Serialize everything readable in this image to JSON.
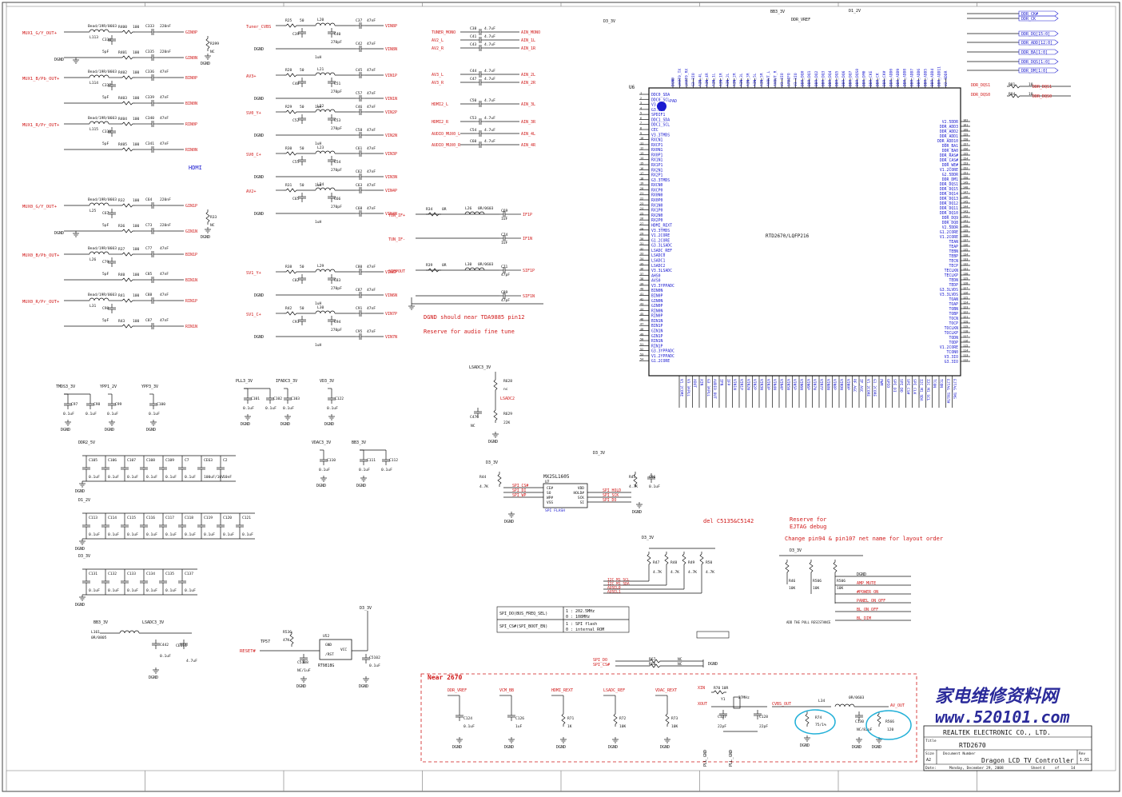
{
  "title_block": {
    "company": "REALTEK ELECTRONIC CO., LTD.",
    "title_label": "Title",
    "title": "RTD2670",
    "size_label": "Size",
    "size": "A2",
    "doc_label": "Document Number",
    "doc": "Dragon LCD TV Controller",
    "rev_label": "Rev",
    "rev": "1.01",
    "date_label": "Date:",
    "date": "Monday, December 29, 2008",
    "sheet_label": "Sheet",
    "sheet": "4",
    "of_label": "of",
    "of": "14"
  },
  "watermark": {
    "cn": "家电维修资料网",
    "url": "www.520101.com"
  },
  "chip": {
    "designator": "U6",
    "part": "RTD2670/LQFP216",
    "left_pins": [
      "DDC0_SDA",
      "DDC0_SCL",
      "V3.3IO",
      "G3.3IO",
      "SPDIF1",
      "DDC1_SDA",
      "DDC1_SCL",
      "CEC",
      "V3.3TMDS",
      "RXCN1",
      "RXCP1",
      "RX0N1",
      "RX0P1",
      "RX1N1",
      "RX1P1",
      "RX2N1",
      "RX2P1",
      "G3.3TMDS",
      "RXCN0",
      "RXCP0",
      "RX0N0",
      "RX0P0",
      "RX1N0",
      "RX1P0",
      "RX2N0",
      "RX2P0",
      "HDMI_REXT",
      "V3.3TMDS",
      "V1.2CORE",
      "G1.2CORE",
      "G3.3LSADC",
      "LSADC_REF",
      "LSADC0",
      "LSADC1",
      "LSADC2",
      "V3.3LSADC",
      "AHS0",
      "AVS0",
      "V3.3YPPADC",
      "BIN0N",
      "BIN0P",
      "GIN0N",
      "GIN0P",
      "RIN0N",
      "RIN0P",
      "BIN1N",
      "BIN1P",
      "GIN1N",
      "GIN1P",
      "RIN1N",
      "RIN1P",
      "G3.3YPPADC",
      "V1.2YPPADC",
      "G1.2CORE"
    ],
    "right_pins": [
      "V2.5DDR",
      "DDR_ADD3",
      "DDR_ADD2",
      "DDR_ADD1",
      "DDR_ADD10",
      "DDR_BA1",
      "DDR_BA0",
      "DDR_RAS#",
      "DDR_CAS#",
      "DDR_WE#",
      "V1.2CORE",
      "G2.5DDR",
      "DDR_DM1",
      "DDR_DQS1",
      "DDR_DQ15",
      "DDR_DQ14",
      "DDR_DQ13",
      "DDR_DQ12",
      "DDR_DQ11",
      "DDR_DQ10",
      "DDR_DQ9",
      "DDR_DQ8",
      "V2.5DDR",
      "G1.2CORE",
      "V1.2CORE",
      "TEAN",
      "TEAP",
      "TEBN",
      "TEBP",
      "TECN",
      "TECP",
      "TECLKN",
      "TECLKP",
      "TEDN",
      "TEDP",
      "G3.3LVDS",
      "V3.3LVDS",
      "TOAN",
      "TOAP",
      "TOBN",
      "TOBP",
      "TOCN",
      "TOCP",
      "TOCLKN",
      "TOCLKP",
      "TODN",
      "TODP",
      "V1.2CORE",
      "TCON0",
      "V3.3IO",
      "G3.3IO"
    ],
    "top_pins": [
      "DGND",
      "UART0_TX",
      "UART0_RX",
      "G3.3IO",
      "AIN_4L",
      "AIN_4R",
      "AIN_1L",
      "AIN_1R",
      "AIN_2L",
      "AIN_2R",
      "AIN_3L",
      "AIN_3R",
      "AIN_5L",
      "AIN_5R",
      "AVOUT_L",
      "AVOUT_R",
      "V3.3IO",
      "SPDIFO",
      "V3.3IO",
      "DDR_DQ0",
      "DDR_DQ1",
      "DDR_DQ2",
      "DDR_DQ3",
      "DDR_DQ4",
      "DDR_DQ5",
      "DDR_DQ6",
      "DDR_DQ7",
      "DDR_DQS0",
      "DDR_DM0",
      "DDR_CKE",
      "DDR_CK",
      "DDR_CK#",
      "DDR_ADD0",
      "DDR_ADD9",
      "DDR_ADD8",
      "DDR_ADD7",
      "DDR_ADD6",
      "DDR_ADD5",
      "DDR_ADD4",
      "DDR_ADD11",
      "V2.5DDR"
    ],
    "bottom_pins": [
      "V1.2CORE",
      "V3.3APLL",
      "XOUT",
      "XIN",
      "G3.3APLL",
      "AUDIO_OUT",
      "IFN",
      "IFP",
      "VIN1N",
      "VIN1P",
      "VIN2N",
      "VIN2P",
      "VIN3N",
      "VIN3P",
      "VIN4N",
      "VIN4P",
      "VIN5N",
      "VIN5P",
      "VIN6N",
      "VIN6P",
      "VIN7N",
      "VIN7P",
      "VIN8N",
      "VIN8P",
      "VIN9N",
      "VIN9P",
      "RF_AGC",
      "IF_AGC",
      "V1.2CORE",
      "G1.2CORE",
      "PWM",
      "GPIO",
      "SPI_DI",
      "SPI_DO",
      "SPI_CS#",
      "SPI_CLK",
      "I2C_M1_SDA",
      "I2C_M1_SCL",
      "TCON",
      "TCON",
      "EJTAG_TRST#",
      "EJTAG_TMS"
    ]
  },
  "left_nets": [
    {
      "net": "MUX1_G/Y_OUT+",
      "bead": "Bead/19R/0603",
      "l": "L113",
      "r": "R400",
      "v": "100",
      "c": "C333",
      "cv": "220nF",
      "out": "GIN0P"
    },
    {
      "net": "MUX1_B/Pb_OUT+",
      "bead": "Bead/19R/0603",
      "l": "L114",
      "r": "R402",
      "v": "100",
      "c": "C336",
      "cv": "47nF",
      "out": "BIN0P"
    },
    {
      "net": "MUX1_R/Pr_OUT+",
      "bead": "Bead/19R/0603",
      "l": "L115",
      "r": "R404",
      "v": "100",
      "c": "C340",
      "cv": "47nF",
      "out": "RIN0P"
    },
    {
      "net": "MUX0_G/Y_OUT+",
      "bead": "Bead/19R/0603",
      "l": "L25",
      "r": "R32",
      "v": "100",
      "c": "C64",
      "cv": "220nF",
      "out": "GIN1P"
    },
    {
      "net": "MUX0_B/Pb_OUT+",
      "bead": "Bead/19R/0603",
      "l": "L26",
      "r": "R37",
      "v": "100",
      "c": "C77",
      "cv": "47nF",
      "out": "BIN1P"
    },
    {
      "net": "MUX0_R/Pr_OUT+",
      "bead": "Bead/19R/0603",
      "l": "L31",
      "r": "R41",
      "v": "100",
      "c": "C88",
      "cv": "47nF",
      "out": "RIN1P"
    }
  ],
  "left_neg": [
    {
      "r": "R401",
      "v": "100",
      "c": "C335",
      "cv": "220nF",
      "out": "GIN0N"
    },
    {
      "r": "R403",
      "v": "100",
      "c": "C339",
      "cv": "47nF",
      "out": "BIN0N"
    },
    {
      "r": "R405",
      "v": "100",
      "c": "C341",
      "cv": "47nF",
      "out": "RIN0N"
    },
    {
      "r": "R36",
      "v": "100",
      "c": "C73",
      "cv": "220nF",
      "out": "GIN1N"
    },
    {
      "r": "R40",
      "v": "100",
      "c": "C85",
      "cv": "47nF",
      "out": "BIN1N"
    },
    {
      "r": "R43",
      "v": "100",
      "c": "C87",
      "cv": "47nF",
      "out": "RIN1N"
    }
  ],
  "small_caps": [
    "C334",
    "C337",
    "C338",
    "C67",
    "C79",
    "C90"
  ],
  "cap_5pf": "5pF",
  "r_nc": [
    {
      "d": "R399",
      "v": "NC"
    },
    {
      "d": "R33",
      "v": "NC"
    }
  ],
  "labels": {
    "hdmi": "HDMI",
    "dgnd": "DGND",
    "note1": "DGND should near TDA9885 pin12",
    "note2": "Reserve for audio fine tune",
    "note3": "del C5135&C5142",
    "note4a": "Reserve for",
    "note4b": "EJTAG debug",
    "note5": "Change pin94 & pin107 net name for layout order",
    "near": "Near 2670",
    "pad": "PAD",
    "add_pull": "ADD THE PULL RESISTANCE"
  },
  "video_in": [
    {
      "net": "Tuner_CVBS",
      "r": "R25",
      "rv": "50",
      "l": "L20",
      "lv": "1uH",
      "c": "C37",
      "cv": "47nF",
      "o1": "VIN8P",
      "c2": "C42",
      "c2v": "47nF",
      "o2": "VIN8N",
      "cl": "C39",
      "cr": "C40",
      "crv": "270pF"
    },
    {
      "net": "AV3+",
      "r": "R28",
      "rv": "50",
      "l": "L21",
      "lv": "1uH",
      "c": "C45",
      "cv": "47nF",
      "o1": "VIN1P",
      "c2": "C57",
      "c2v": "47nF",
      "o2": "VIN1N",
      "cl": "C48",
      "cr": "C51",
      "crv": "270pF"
    },
    {
      "net": "SV0_Y+",
      "r": "R29",
      "rv": "50",
      "l": "L22",
      "lv": "1uH",
      "c": "C46",
      "cv": "47nF",
      "o1": "VIN2P",
      "c2": "C58",
      "c2v": "47nF",
      "o2": "VIN2N",
      "cl": "C52",
      "cr": "C53",
      "crv": "270pF"
    },
    {
      "net": "SV0_C+",
      "r": "R30",
      "rv": "50",
      "l": "L23",
      "lv": "1uH",
      "c": "C61",
      "cv": "47nF",
      "o1": "VIN3P",
      "c2": "C62",
      "c2v": "47nF",
      "o2": "VIN3N",
      "cl": "C55",
      "cr": "C54",
      "crv": "270pF"
    },
    {
      "net": "AV2+",
      "r": "R31",
      "rv": "50",
      "l": "L24",
      "lv": "1uH",
      "c": "C63",
      "cv": "47nF",
      "o1": "VIN4P",
      "c2": "C68",
      "c2v": "47nF",
      "o2": "VIN4N",
      "cl": "C65",
      "cr": "C66",
      "crv": "270pF"
    },
    {
      "net": "SV1_Y+",
      "r": "R38",
      "rv": "50",
      "l": "L29",
      "lv": "1uH",
      "c": "C80",
      "cv": "47nF",
      "o1": "VIN6P",
      "c2": "C87",
      "c2v": "47nF",
      "o2": "VIN6N",
      "cl": "C82",
      "cr": "C83",
      "crv": "270pF"
    },
    {
      "net": "SV1_C+",
      "r": "R42",
      "rv": "50",
      "l": "L30",
      "lv": "1uH",
      "c": "C91",
      "cv": "47nF",
      "o1": "VIN7P",
      "c2": "C95",
      "c2v": "47nF",
      "o2": "VIN7N",
      "cl": "C93",
      "cr": "C94",
      "crv": "270pF"
    }
  ],
  "audio_in": [
    {
      "net": "TUNER_MONO",
      "c": "C38",
      "cv": "4.7uF",
      "out": "AIN_MONO"
    },
    {
      "net": "AV2_L",
      "c": "C41",
      "cv": "4.7uF",
      "out": "AIN_1L"
    },
    {
      "net": "AV2_R",
      "c": "C43",
      "cv": "4.7uF",
      "out": "AIN_1R"
    },
    {
      "net": "AV3_L",
      "c": "C44",
      "cv": "4.7uF",
      "out": "AIN_2L"
    },
    {
      "net": "AV3_R",
      "c": "C47",
      "cv": "4.7uF",
      "out": "AIN_2R"
    },
    {
      "net": "HDMI2_L",
      "c": "C50",
      "cv": "4.7uF",
      "out": "AIN_3L"
    },
    {
      "net": "HDMI2_R",
      "c": "C53",
      "cv": "4.7uF",
      "out": "AIN_3R"
    },
    {
      "net": "AUDIO_MUX0_L",
      "c": "C54",
      "cv": "4.7uF",
      "out": "AIN_4L"
    },
    {
      "net": "AUDIO_MUX0_R",
      "c": "C60",
      "cv": "4.7uF",
      "out": "AIN_4R"
    }
  ],
  "if_in": [
    {
      "net": "TUN_IF+",
      "r": "R34",
      "rv": "0R",
      "l": "L26",
      "lv": "0R/0603",
      "c": "C69",
      "cv": "1uF",
      "out": "IF1P"
    },
    {
      "net": "TUN_IF-",
      "r": "",
      "rv": "",
      "l": "",
      "lv": "",
      "c": "C74",
      "cv": "1uF",
      "out": "IF1N"
    },
    {
      "net": "SIFPOUT",
      "r": "R39",
      "rv": "0R",
      "l": "L30",
      "lv": "0R/0603",
      "c": "C71",
      "cv": "47pF",
      "out": "SIF1P"
    },
    {
      "net": "",
      "r": "",
      "rv": "",
      "l": "",
      "lv": "",
      "c": "C89",
      "cv": "47pF",
      "out": "SIF1N"
    }
  ],
  "power_groups": [
    {
      "rail": "TMDS3_3V",
      "caps": [
        "C97",
        "C98"
      ],
      "vals": [
        "0.1uF",
        "0.1uF"
      ]
    },
    {
      "rail": "YPP1_2V",
      "caps": [
        "C99"
      ],
      "vals": [
        "0.1uF"
      ]
    },
    {
      "rail": "YPP3_3V",
      "caps": [
        "C100"
      ],
      "vals": [
        "0.1uF"
      ]
    },
    {
      "rail": "PLL3_3V",
      "caps": [
        "C101",
        "C102"
      ],
      "vals": [
        "0.1uF",
        "0.1uF"
      ]
    },
    {
      "rail": "IFADC3_3V",
      "caps": [
        "C103"
      ],
      "vals": [
        "0.1uF"
      ]
    },
    {
      "rail": "VD3_3V",
      "caps": [
        "C122"
      ],
      "vals": [
        "0.1uF"
      ]
    },
    {
      "rail": "VDAC3_3V",
      "caps": [
        "C110"
      ],
      "vals": [
        "0.1uF"
      ]
    },
    {
      "rail": "BB3_3V",
      "caps": [
        "C111",
        "C112"
      ],
      "vals": [
        "0.1uF",
        "0.1uF"
      ]
    }
  ],
  "ddr_caps": {
    "rail": "DDR2_5V",
    "caps": [
      "C105",
      "C106",
      "C107",
      "C108",
      "C109",
      "C7",
      "CE63",
      "C2"
    ],
    "vals": [
      "0.1uF",
      "0.1uF",
      "0.1uF",
      "0.1uF",
      "0.1uF",
      "0.1uF",
      "100uF/16V",
      "10nF"
    ]
  },
  "core_caps": {
    "rail": "D1_2V",
    "caps": [
      "C113",
      "C114",
      "C115",
      "C116",
      "C117",
      "C118",
      "C119",
      "C120",
      "C121"
    ],
    "vals": [
      "0.1uF",
      "0.1uF",
      "0.1uF",
      "0.1uF",
      "0.1uF",
      "0.1uF",
      "0.1uF",
      "0.1uF",
      "0.1uF"
    ]
  },
  "io_caps": {
    "rail": "D3_3V",
    "caps": [
      "C131",
      "C132",
      "C133",
      "C134",
      "C135",
      "C137"
    ],
    "vals": [
      "0.1uF",
      "0.1uF",
      "0.1uF",
      "0.1uF",
      "0.1uF",
      "0.1uF"
    ]
  },
  "bb_filter": {
    "rail": "BB3_3V",
    "l": "L161",
    "lv": "0R/0805",
    "rail2": "LSADC3_3V",
    "c1": "C442",
    "c1v": "0.1uF",
    "c2": "CE111",
    "c2v": "4.7uF"
  },
  "reset": {
    "net": "RESET#",
    "tp": "TP57",
    "r": "R536",
    "rv": "47K",
    "ic": "U52",
    "icv": "RT9818G",
    "c": "C5108",
    "cv": "NC/1uF",
    "c2": "C5102",
    "c2v": "0.1uF",
    "p1": "GND",
    "p2": "/RST",
    "p3": "VCC",
    "rail": "D3_3V"
  },
  "lsadc": {
    "rail": "LSADC3_3V",
    "r1": "R628",
    "r1v": "nc",
    "net": "LSADC2",
    "c": "C476",
    "cv": "NC",
    "r2": "R629",
    "r2v": "22K"
  },
  "spi": {
    "part": "MX25L1605",
    "ref": "U7",
    "sub": "SPI FLASH",
    "rail": "D3_3V",
    "r44": "R44",
    "r44v": "4.7K",
    "r45": "R45",
    "r45v": "4.7K",
    "c": "C96",
    "cv": "0.1uF",
    "pins_l": [
      "CE#",
      "SO",
      "WP#",
      "VSS"
    ],
    "pins_r": [
      "VDD",
      "HOLD#",
      "SCK",
      "SI"
    ],
    "nets_l": [
      "SPI_CS#",
      "SPI_DI",
      "SPI_WP"
    ],
    "nets_r": [
      "SPI_HOLD",
      "SPI_SCK",
      "SPI_DO"
    ]
  },
  "i2c_pullups": {
    "rail": "D3_3V",
    "refs": [
      "R47",
      "R48",
      "R49",
      "R50"
    ],
    "vals": [
      "4.7K",
      "4.7K",
      "4.7K",
      "4.7K"
    ],
    "nets": [
      "I2C_M1_SCL",
      "I2C_M1_SDA",
      "AUSEL0",
      "AUSEL1"
    ]
  },
  "boot_table": [
    {
      "sig": "SPI_DO(BUS_FREQ_SEL)",
      "opts": [
        "1 : 202.5MHz",
        "0 : 108MHz"
      ]
    },
    {
      "sig": "SPI_CS#(SPI_BOOT_EN)",
      "opts": [
        "1 : SPI flash",
        "0 : internal ROM"
      ]
    }
  ],
  "ctrl_nets": {
    "rail": "D3_3V",
    "refs": [
      "R46",
      "R506",
      "R506"
    ],
    "vals": [
      "10K",
      "10K",
      "10K"
    ],
    "nets": [
      "DGND",
      "AMP_MUTE",
      "#POWER_ON",
      "PANEL_ON_OFF",
      "BL_ON_OFF",
      "BL_DIM"
    ]
  },
  "bottom_refs": [
    {
      "net": "DDR_VREF",
      "ref": "C124",
      "val": "0.1uF"
    },
    {
      "net": "VCM_BB",
      "ref": "C126",
      "val": "1uF"
    },
    {
      "net": "HDMI_REXT",
      "ref": "R71",
      "val": "1K"
    },
    {
      "net": "LSADC_REF",
      "ref": "R72",
      "val": "10K"
    },
    {
      "net": "VDAC_REXT",
      "ref": "R73",
      "val": "10K"
    }
  ],
  "crystal": {
    "xin": "XIN",
    "xout": "XOUT",
    "r": "R70",
    "rv": "10R",
    "y": "Y1",
    "yv": "27MHz",
    "c1": "C127",
    "c1v": "22pF",
    "c2": "C128",
    "c2v": "22pF",
    "gnd": "PLL_GND"
  },
  "cvbs": {
    "net": "CVBS_OUT",
    "r": "R74",
    "rv": "75/1%",
    "l": "L34",
    "lv": "0R/0603",
    "c": "C130",
    "cv": "NC/82pF",
    "r2": "R566",
    "r2v": "120",
    "out": "AV_OUT",
    "gnd": "DGND"
  },
  "spi_series": [
    {
      "net": "SPI_DO",
      "r": "R67",
      "rv": "NC"
    },
    {
      "net": "SPI_CS#",
      "r": "R68",
      "rv": "NC"
    }
  ],
  "ddr_bus": [
    "DDR_CK#",
    "DDR_CK",
    "DDR_DQ[15:0]",
    "DDR_ADD[12:0]",
    "DDR_BA[1:0]",
    "DDR_DQS[1:0]",
    "DDR_DM[1:0]"
  ],
  "ddr_right": [
    {
      "net": "DDR_DQS1",
      "r": "R81",
      "rv": "10",
      "o": "DDR_DQS1"
    },
    {
      "net": "DDR_DQS0",
      "r": "R84",
      "rv": "10",
      "o": "DDR_DQS0"
    }
  ],
  "rail_top": [
    "D3_3V",
    "DDR_VREF",
    "D1_2V",
    "BB3_3V"
  ]
}
